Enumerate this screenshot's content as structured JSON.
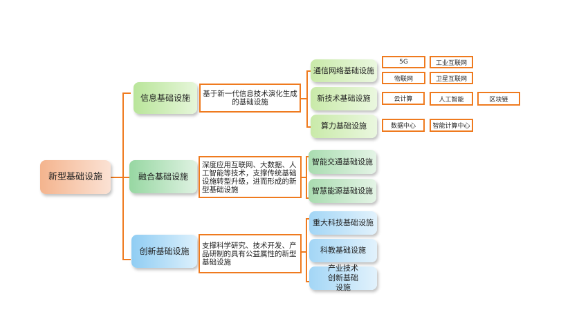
{
  "root": "新型基础设施",
  "branches": [
    {
      "label": "信息基础设施",
      "desc": "基于新一代信息技术演化生成的基础设施",
      "children": [
        {
          "label": "通信网络基础设施",
          "leaves": [
            "5G",
            "工业互联网",
            "物联网",
            "卫星互联网"
          ]
        },
        {
          "label": "新技术基础设施",
          "leaves": [
            "云计算",
            "人工智能",
            "区块链"
          ]
        },
        {
          "label": "算力基础设施",
          "leaves": [
            "数据中心",
            "智能计算中心"
          ]
        }
      ]
    },
    {
      "label": "融合基础设施",
      "desc": "深度应用互联网、大数据、人工智能等技术，支撑传统基础设施转型升级，进而形成的新型基础设施",
      "children": [
        {
          "label": "智能交通基础设施"
        },
        {
          "label": "智慧能源基础设施"
        }
      ]
    },
    {
      "label": "创新基础设施",
      "desc": "支撑科学研究、技术开发、产品研制的具有公益属性的新型基础设施",
      "children": [
        {
          "label": "重大科技基础设施"
        },
        {
          "label": "科教基础设施"
        },
        {
          "label": "产业技术创新基础设施"
        }
      ]
    }
  ],
  "colors": {
    "connector": "#ef7a1e",
    "info": "#b9e59a",
    "fusion": "#97d7a2",
    "innovation": "#90cdf3",
    "root": "#f4b48e"
  }
}
